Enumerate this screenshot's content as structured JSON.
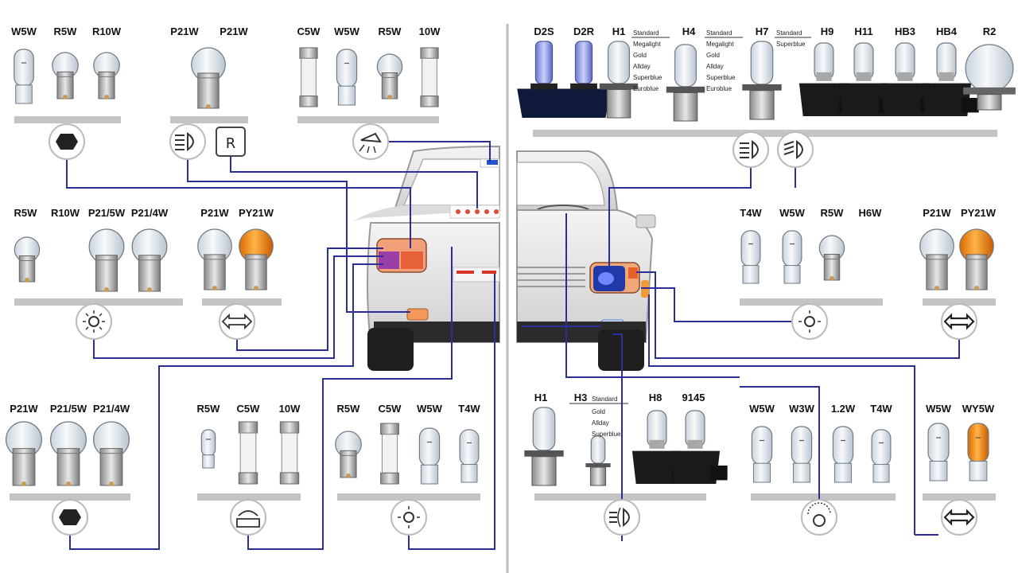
{
  "groups": {
    "g1": {
      "labels": [
        "W5W",
        "R5W",
        "R10W"
      ],
      "symbol": "fog-rear-icon"
    },
    "g2": {
      "labels": [
        "P21W",
        "P21W"
      ],
      "symbol": "reverse-icon",
      "symbol_text": "R"
    },
    "g3": {
      "labels": [
        "C5W",
        "W5W",
        "R5W",
        "10W"
      ],
      "symbol": "interior-light-icon"
    },
    "g4": {
      "labels": [
        "R5W",
        "R10W",
        "P21/5W",
        "P21/4W"
      ],
      "symbol": "position-light-icon"
    },
    "g5": {
      "labels": [
        "P21W",
        "PY21W"
      ],
      "symbol": "turn-signal-icon"
    },
    "g6": {
      "labels": [
        "P21W",
        "P21/5W",
        "P21/4W"
      ],
      "symbol": "brake-light-icon"
    },
    "g7": {
      "labels": [
        "R5W",
        "C5W",
        "10W"
      ],
      "symbol": "plate-light-icon"
    },
    "g8": {
      "labels": [
        "R5W",
        "C5W",
        "W5W",
        "T4W"
      ],
      "symbol": "side-light-icon"
    },
    "g9": {
      "labels": [
        "D2S",
        "D2R",
        "H1",
        "H4",
        "H7",
        "H9",
        "H11",
        "HB3",
        "HB4",
        "R2"
      ],
      "variants": {
        "H1": [
          "Standard",
          "Megalight",
          "Gold",
          "Allday",
          "Superblue",
          "Euroblue"
        ],
        "H4": [
          "Standard",
          "Megalight",
          "Gold",
          "Allday",
          "Superblue",
          "Euroblue"
        ],
        "H7": [
          "Standard",
          "Superblue"
        ]
      },
      "symbol": "headlight-icon"
    },
    "g10": {
      "labels": [
        "T4W",
        "W5W",
        "R5W",
        "H6W"
      ],
      "symbol": "parking-light-icon"
    },
    "g11": {
      "labels": [
        "P21W",
        "PY21W"
      ],
      "symbol": "turn-signal-icon"
    },
    "g12": {
      "labels": [
        "H1",
        "H3",
        "H8",
        "9145"
      ],
      "variants": {
        "H3": [
          "Standard",
          "Gold",
          "Allday",
          "Superblue"
        ]
      },
      "symbol": "fog-front-icon"
    },
    "g13": {
      "labels": [
        "W5W",
        "W3W",
        "1.2W",
        "T4W"
      ],
      "symbol": "dashboard-light-icon"
    },
    "g14": {
      "labels": [
        "W5W",
        "WY5W"
      ],
      "symbol": "turn-signal-icon"
    }
  },
  "colors": {
    "wire": "#2a2f9a",
    "bar": "#c4c4c4",
    "amber": "#f28c14",
    "divider": "#bdbdbd"
  }
}
